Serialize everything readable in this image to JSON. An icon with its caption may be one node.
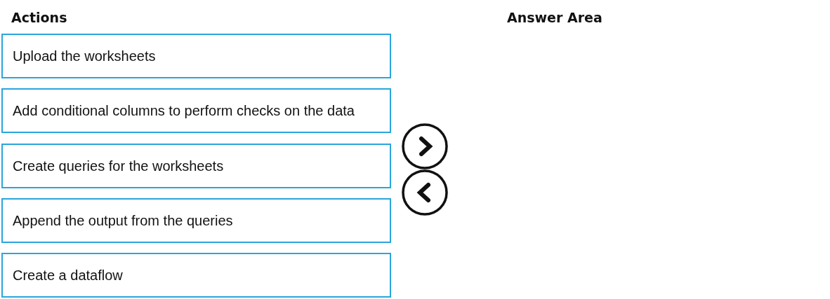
{
  "diagram": {
    "nodes": [
      {
        "text": [
          "Upload the worksheets"
        ]
      },
      {
        "text": [
          "Add conditional columns to perform checks on the data"
        ]
      },
      {
        "text": [
          "Create queries for the worksheets"
        ]
      },
      {
        "text": [
          "Append the output from the queries"
        ]
      },
      {
        "text": [
          "Create a dataflow"
        ]
      }
    ],
    "edges": [],
    "labels": [
      "Actions",
      "Answer Area"
    ]
  }
}
